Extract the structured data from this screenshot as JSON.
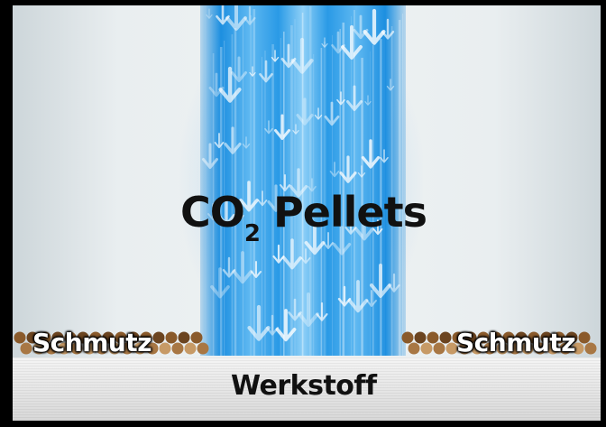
{
  "diagram": {
    "stream_label_main": "CO",
    "stream_label_subscript": "2",
    "stream_label_rest": " Pellets",
    "dirt_left_label": "Schmutz",
    "dirt_right_label": "Schmutz",
    "surface_label": "Werkstoff"
  },
  "colors": {
    "stream_blue": "#1d8fe0",
    "stream_light": "#8fd0f7",
    "dirt_brown": "#8a5a2b",
    "dirt_tan": "#c79a66",
    "panel_bg": "#eef2f3"
  },
  "icons": {
    "stream_arrows": "arrow-down-icon",
    "dirt_particles": "pellet-dot-icon"
  }
}
